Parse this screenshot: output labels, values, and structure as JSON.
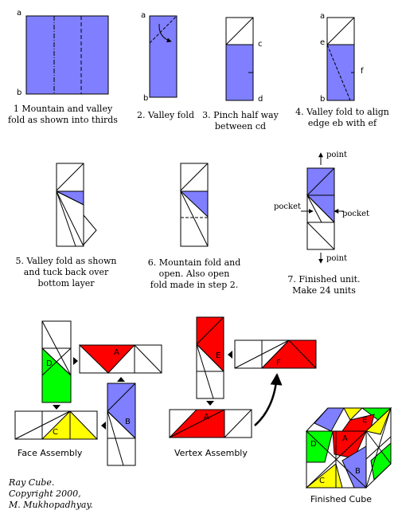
{
  "colors": {
    "blue": "#7f7fff",
    "red": "#ff0000",
    "green": "#00ff00",
    "yellow": "#ffff00",
    "line": "#000000",
    "background": "#ffffff"
  },
  "point_labels": {
    "a": "a",
    "b": "b",
    "c": "c",
    "d": "d",
    "e": "e",
    "f": "f"
  },
  "steps": [
    {
      "number": "1",
      "lines": [
        "1  Mountain and valley",
        "fold as shown into thirds"
      ]
    },
    {
      "number": "2",
      "lines": [
        "2. Valley fold"
      ]
    },
    {
      "number": "3",
      "lines": [
        "3. Pinch half way",
        "between cd"
      ]
    },
    {
      "number": "4",
      "lines": [
        "4. Valley fold to align",
        "edge eb with ef"
      ]
    },
    {
      "number": "5",
      "lines": [
        "5. Valley fold as shown",
        "and tuck back over",
        "bottom layer"
      ]
    },
    {
      "number": "6",
      "lines": [
        "6. Mountain fold and",
        "open. Also open",
        "fold made in step 2."
      ]
    },
    {
      "number": "7",
      "lines": [
        "7. Finished unit.",
        "Make 24 units"
      ]
    }
  ],
  "unit_labels": {
    "point_top": "point",
    "point_bottom": "point",
    "pocket_left": "pocket",
    "pocket_right": "pocket"
  },
  "assembly": {
    "face": "Face Assembly",
    "vertex": "Vertex Assembly",
    "finished": "Finished Cube",
    "piece_labels": {
      "A": "A",
      "B": "B",
      "C": "C",
      "D": "D",
      "E": "E",
      "F": "F"
    }
  },
  "credits": [
    "Ray Cube.",
    "Copyright 2000,",
    "M. Mukhopadhyay."
  ]
}
